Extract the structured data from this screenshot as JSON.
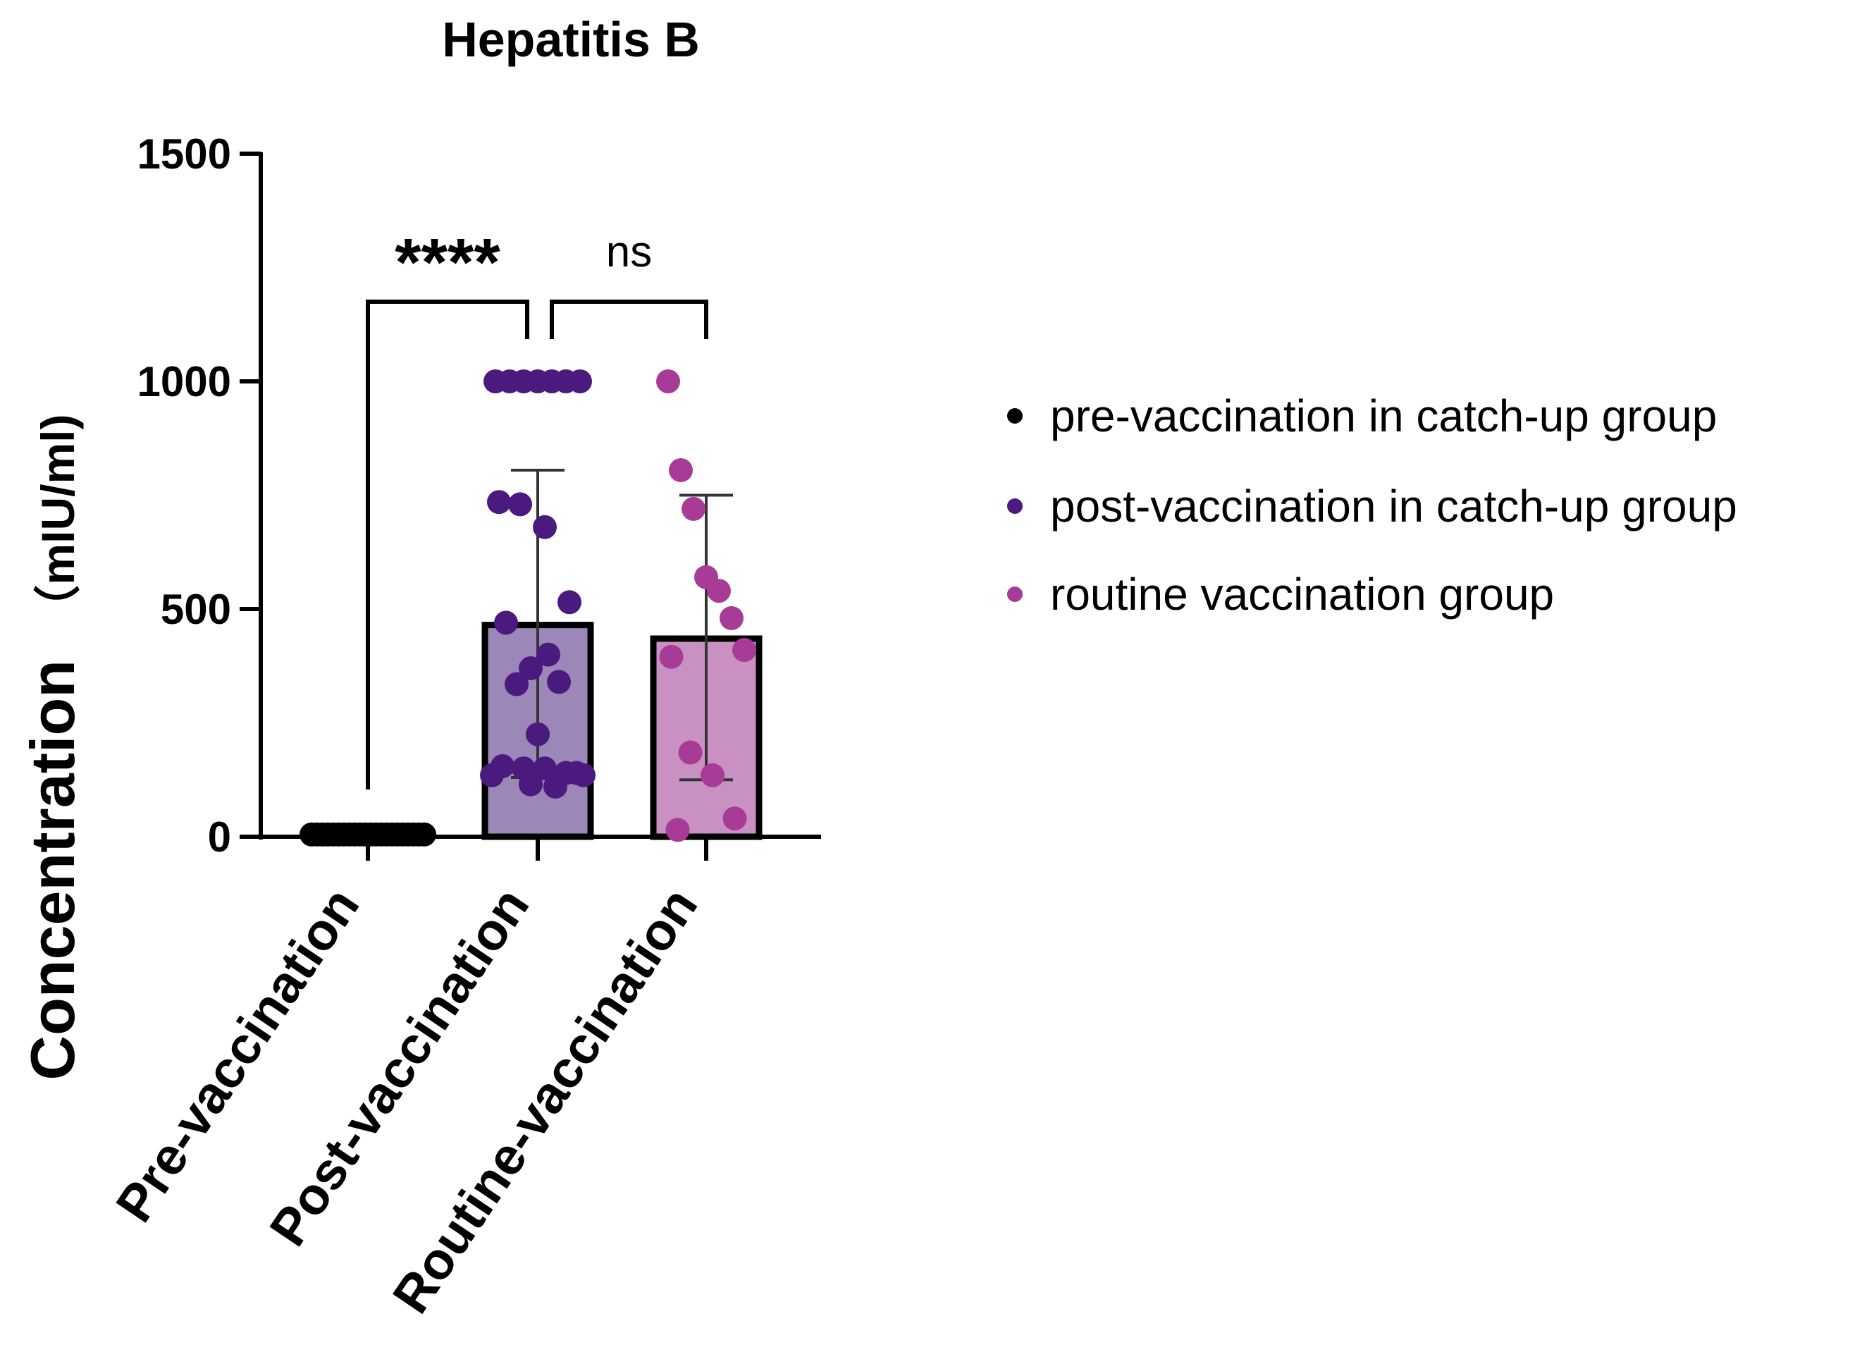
{
  "chart_data": {
    "type": "bar",
    "title": "Hepatitis B",
    "ylabel": "Concentration",
    "ylabel_unit": "（mIU/ml)",
    "xlabel": "",
    "ylim": [
      0,
      1500
    ],
    "yticks": [
      0,
      500,
      1000,
      1500
    ],
    "ytick_labels": [
      "0",
      "500",
      "1000",
      "1500"
    ],
    "grid": false,
    "legend_position": "right",
    "categories": [
      "Pre-vaccination",
      "Post-vaccination",
      "Routine-vaccination"
    ],
    "series": [
      {
        "name": "pre-vaccination in catch-up group",
        "color": "#000000",
        "bar_fill": "#000000",
        "mean": 5,
        "error": [
          0,
          0
        ],
        "points": [
          5,
          5,
          5,
          5,
          5,
          5,
          5,
          5,
          5,
          5,
          5,
          5,
          5,
          5,
          5,
          5,
          5,
          5,
          5,
          5,
          5,
          5
        ]
      },
      {
        "name": "post-vaccination in catch-up group",
        "color": "#4b1a7f",
        "bar_fill": "#9b87b8",
        "mean": 465,
        "error": [
          130,
          805
        ],
        "points": [
          1000,
          1000,
          1000,
          1000,
          1000,
          1000,
          1000,
          735,
          730,
          680,
          515,
          470,
          400,
          370,
          340,
          335,
          225,
          155,
          150,
          150,
          140,
          140,
          135,
          135,
          115,
          110
        ]
      },
      {
        "name": "routine vaccination group",
        "color": "#a83b96",
        "bar_fill": "#c990c2",
        "mean": 435,
        "error": [
          125,
          750
        ],
        "points": [
          1000,
          805,
          720,
          570,
          540,
          480,
          410,
          395,
          185,
          135,
          40,
          15
        ]
      }
    ],
    "annotations": [
      {
        "text": "****",
        "from": 0,
        "to": 1,
        "y": 1170
      },
      {
        "text": "ns",
        "from": 1,
        "to": 2,
        "y": 1170
      }
    ]
  }
}
